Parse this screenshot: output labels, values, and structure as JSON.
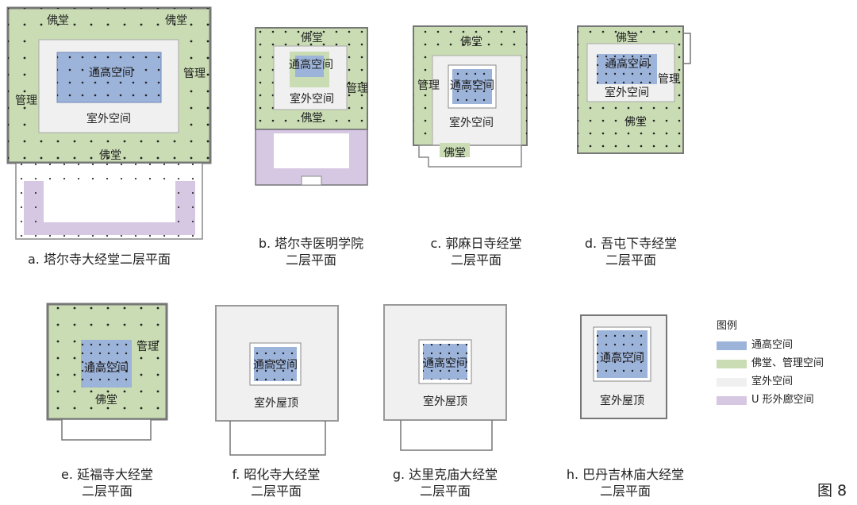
{
  "labels": {
    "buddha_hall": "佛堂",
    "atrium": "通高空间",
    "outdoor": "室外空间",
    "management": "管理",
    "outdoor_roof": "室外屋顶"
  },
  "captions": {
    "a": {
      "line1": "a. 塔尔寺大经堂二层平面",
      "line2": ""
    },
    "b": {
      "line1": "b. 塔尔寺医明学院",
      "line2": "二层平面"
    },
    "c": {
      "line1": "c. 郭麻日寺经堂",
      "line2": "二层平面"
    },
    "d": {
      "line1": "d. 吾屯下寺经堂",
      "line2": "二层平面"
    },
    "e": {
      "line1": "e. 延福寺大经堂",
      "line2": "二层平面"
    },
    "f": {
      "line1": "f. 昭化寺大经堂",
      "line2": "二层平面"
    },
    "g": {
      "line1": "g. 达里克庙大经堂",
      "line2": "二层平面"
    },
    "h": {
      "line1": "h. 巴丹吉林庙大经堂",
      "line2": "二层平面"
    }
  },
  "legend": {
    "title": "图例",
    "items": [
      {
        "label": "通高空间",
        "color": "#9cb3da"
      },
      {
        "label": "佛堂、管理空间",
        "color": "#c9dcb3"
      },
      {
        "label": "室外空间",
        "color": "#f0f0f0"
      },
      {
        "label": "U 形外廊空间",
        "color": "#d6c7e2"
      }
    ]
  },
  "figure_label": "图 8",
  "colors": {
    "atrium": "#9cb3da",
    "hall": "#c9dcb3",
    "outdoor": "#f0f0f0",
    "corridor": "#d6c7e2",
    "wall": "#8c8c8c",
    "column": "#222222"
  }
}
